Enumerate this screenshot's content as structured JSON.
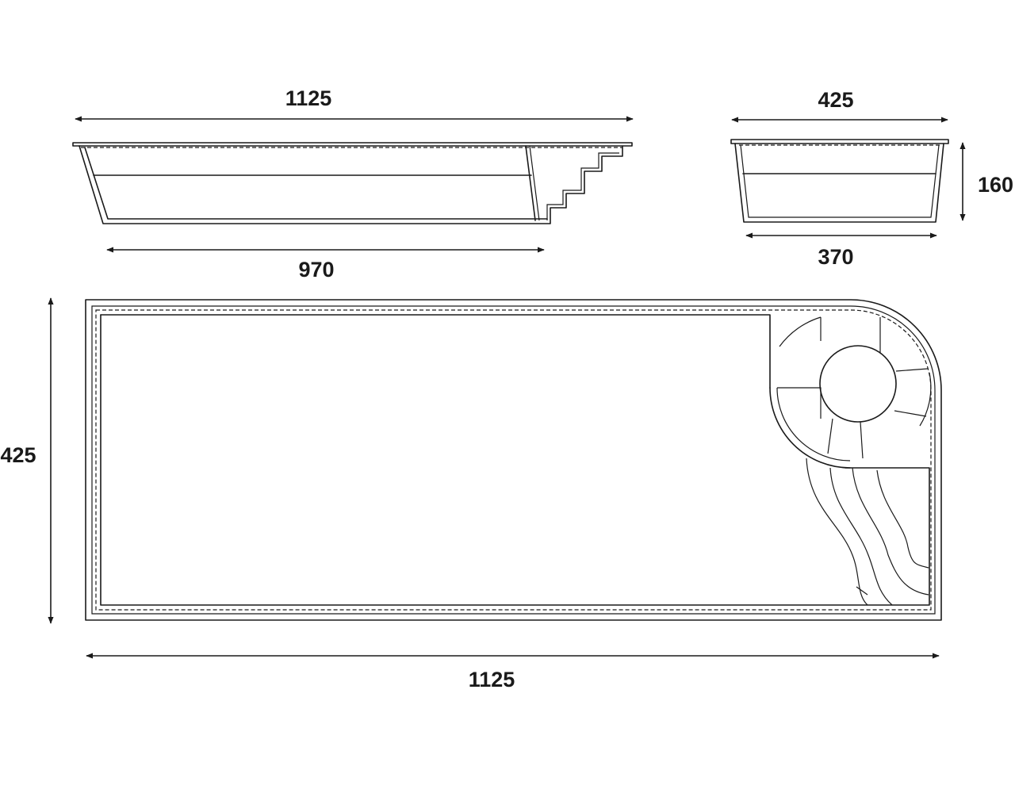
{
  "side_view": {
    "top_width": "1125",
    "bottom_width": "970"
  },
  "end_view": {
    "top_width": "425",
    "depth": "160",
    "bottom_width": "370"
  },
  "plan_view": {
    "width": "1125",
    "height": "425"
  }
}
